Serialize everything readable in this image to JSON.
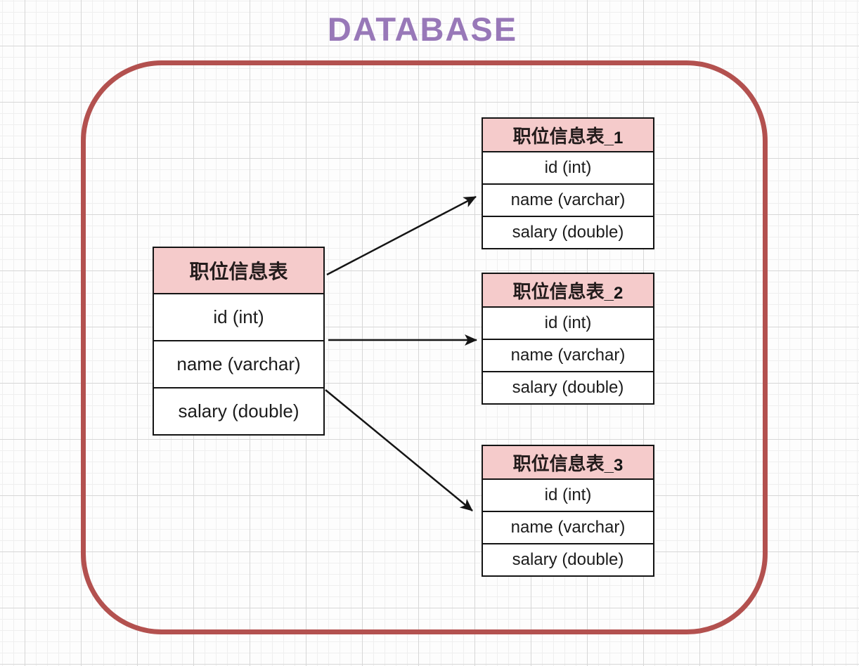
{
  "title": "DATABASE",
  "colors": {
    "title_purple": "#9878b8",
    "boundary_red": "#b3514f",
    "header_pink": "#f5cbcb",
    "arrow_black": "#151515"
  },
  "source_table": {
    "name": "职位信息表",
    "fields": [
      "id (int)",
      "name (varchar)",
      "salary (double)"
    ]
  },
  "shard_tables": [
    {
      "name": "职位信息表",
      "suffix": "_1",
      "fields": [
        "id (int)",
        "name (varchar)",
        "salary (double)"
      ]
    },
    {
      "name": "职位信息表",
      "suffix": "_2",
      "fields": [
        "id (int)",
        "name (varchar)",
        "salary (double)"
      ]
    },
    {
      "name": "职位信息表",
      "suffix": "_3",
      "fields": [
        "id (int)",
        "name (varchar)",
        "salary (double)"
      ]
    }
  ]
}
